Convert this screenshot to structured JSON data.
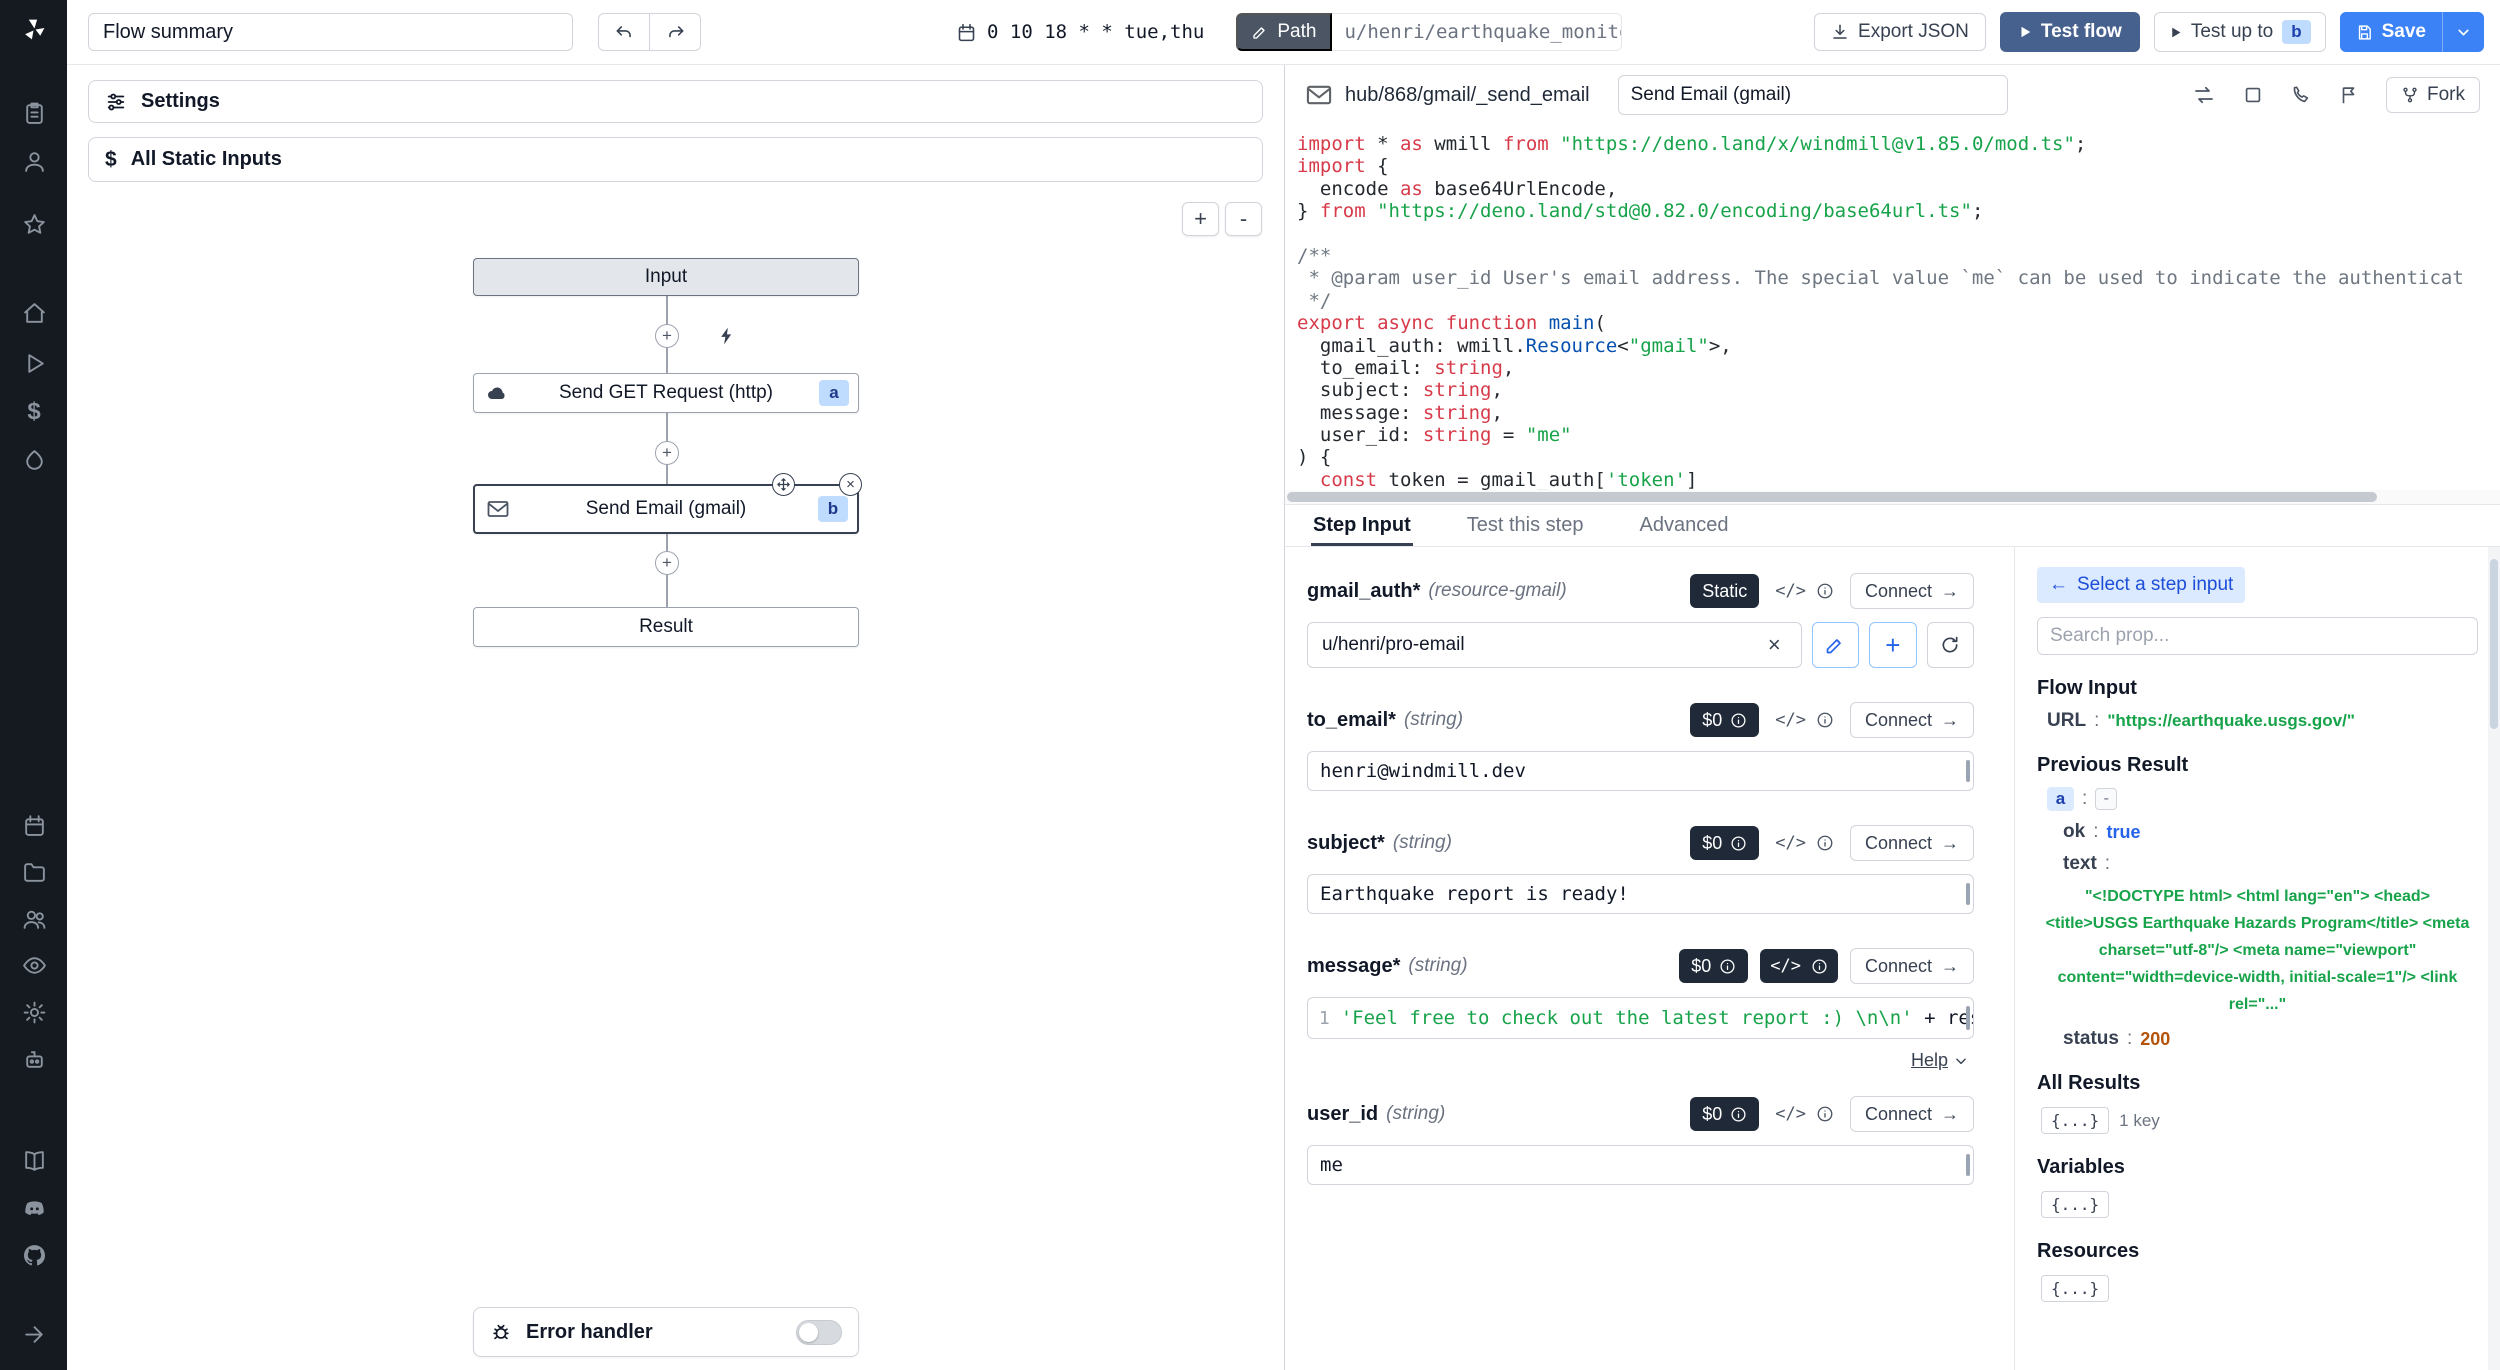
{
  "colors": {
    "accent_blue": "#3b82f6",
    "sidebar_bg": "#151a21",
    "keyword_red": "#d73a49",
    "string_green": "#17a34a",
    "bool_blue": "#2563eb",
    "number_orange": "#b45309",
    "dark_pill": "#1f2937",
    "badge_bg": "#bfdbfe"
  },
  "icons": {
    "arrow_right": "→",
    "arrow_left": "←",
    "close": "×",
    "plus": "+",
    "code": "</>"
  },
  "topbar": {
    "flow_summary": "Flow summary",
    "schedule_cron": "0 10 18 * * tue,thu",
    "path_label": "Path",
    "path_value": "u/henri/earthquake_monitorin",
    "export_json_label": "Export JSON",
    "test_flow_label": "Test flow",
    "test_up_to_label": "Test up to",
    "test_up_to_badge": "b",
    "save_label": "Save"
  },
  "flow_panel": {
    "settings_label": "Settings",
    "static_inputs_label": "All Static Inputs",
    "dollar_icon": "$",
    "zoom_in": "+",
    "zoom_out": "-",
    "nodes": {
      "input_label": "Input",
      "http_label": "Send GET Request (http)",
      "http_badge": "a",
      "gmail_label": "Send Email (gmail)",
      "gmail_badge": "b",
      "result_label": "Result"
    },
    "error_handler_label": "Error handler"
  },
  "editor": {
    "hub_path": "hub/868/gmail/_send_email",
    "step_name": "Send Email (gmail)",
    "fork_label": "Fork",
    "code": [
      [
        [
          "k",
          "import"
        ],
        [
          "d",
          " * "
        ],
        [
          "k",
          "as"
        ],
        [
          "d",
          " wmill "
        ],
        [
          "k",
          "from"
        ],
        [
          "d",
          " "
        ],
        [
          "s",
          "\"https://deno.land/x/windmill@v1.85.0/mod.ts\""
        ],
        [
          "d",
          ";"
        ]
      ],
      [
        [
          "k",
          "import"
        ],
        [
          "d",
          " {"
        ]
      ],
      [
        [
          "d",
          "  encode "
        ],
        [
          "k",
          "as"
        ],
        [
          "d",
          " base64UrlEncode,"
        ]
      ],
      [
        [
          "d",
          "} "
        ],
        [
          "k",
          "from"
        ],
        [
          "d",
          " "
        ],
        [
          "s",
          "\"https://deno.land/std@0.82.0/encoding/base64url.ts\""
        ],
        [
          "d",
          ";"
        ]
      ],
      [],
      [
        [
          "c",
          "/**"
        ]
      ],
      [
        [
          "c",
          " * @param user_id User's email address. The special value `me` can be used to indicate the authenticat"
        ]
      ],
      [
        [
          "c",
          " */"
        ]
      ],
      [
        [
          "k",
          "export"
        ],
        [
          "d",
          " "
        ],
        [
          "k",
          "async"
        ],
        [
          "d",
          " "
        ],
        [
          "k",
          "function"
        ],
        [
          "d",
          " "
        ],
        [
          "f",
          "main"
        ],
        [
          "d",
          "("
        ]
      ],
      [
        [
          "d",
          "  gmail_auth: wmill."
        ],
        [
          "t",
          "Resource"
        ],
        [
          "d",
          "<"
        ],
        [
          "s",
          "\"gmail\""
        ],
        [
          "d",
          ">,"
        ]
      ],
      [
        [
          "d",
          "  to_email: "
        ],
        [
          "k",
          "string"
        ],
        [
          "d",
          ","
        ]
      ],
      [
        [
          "d",
          "  subject: "
        ],
        [
          "k",
          "string"
        ],
        [
          "d",
          ","
        ]
      ],
      [
        [
          "d",
          "  message: "
        ],
        [
          "k",
          "string"
        ],
        [
          "d",
          ","
        ]
      ],
      [
        [
          "d",
          "  user_id: "
        ],
        [
          "k",
          "string"
        ],
        [
          "d",
          " = "
        ],
        [
          "s",
          "\"me\""
        ]
      ],
      [
        [
          "d",
          ") {"
        ]
      ],
      [
        [
          "d",
          "  "
        ],
        [
          "k",
          "const"
        ],
        [
          "d",
          " token = gmail_auth["
        ],
        [
          "s",
          "'token'"
        ],
        [
          "d",
          "]"
        ]
      ]
    ]
  },
  "step_panel": {
    "tabs": [
      {
        "label": "Step Input"
      },
      {
        "label": "Test this step"
      },
      {
        "label": "Advanced"
      }
    ],
    "static_label": "Static",
    "dollar_label": "$0",
    "connect_label": "Connect",
    "help_label": "Help",
    "fields": {
      "gmail_auth": {
        "name": "gmail_auth",
        "star": "*",
        "type": "(resource-gmail)",
        "value": "u/henri/pro-email"
      },
      "to_email": {
        "name": "to_email",
        "star": "*",
        "type": "(string)",
        "value": "henri@windmill.dev"
      },
      "subject": {
        "name": "subject",
        "star": "*",
        "type": "(string)",
        "value": "Earthquake report is ready!"
      },
      "message": {
        "name": "message",
        "star": "*",
        "type": "(string)",
        "line_no": "1",
        "value_string": "'Feel free to check out the latest report :) \\n\\n'",
        "value_rest": " + results.a.t"
      },
      "user_id": {
        "name": "user_id",
        "star": "",
        "type": "(string)",
        "value": "me"
      }
    }
  },
  "props_panel": {
    "select_step_label": "Select a step input",
    "search_placeholder": "Search prop...",
    "flow_input_title": "Flow Input",
    "url_key": "URL",
    "url_value": "\"https://earthquake.usgs.gov/\"",
    "previous_result_title": "Previous Result",
    "prev_badge": "a",
    "prev_badge_value": "-",
    "ok_key": "ok",
    "ok_value": "true",
    "text_key": "text",
    "text_value": "\"<!DOCTYPE html> <html lang=\"en\"> <head> <title>USGS Earthquake Hazards Program</title> <meta charset=\"utf-8\"/> <meta name=\"viewport\" content=\"width=device-width, initial-scale=1\"/> <link rel=\"...\"",
    "status_key": "status",
    "status_value": "200",
    "all_results_title": "All Results",
    "all_results_badge": "{...}",
    "all_results_meta": "1 key",
    "variables_title": "Variables",
    "variables_badge": "{...}",
    "resources_title": "Resources",
    "resources_badge": "{...}"
  }
}
